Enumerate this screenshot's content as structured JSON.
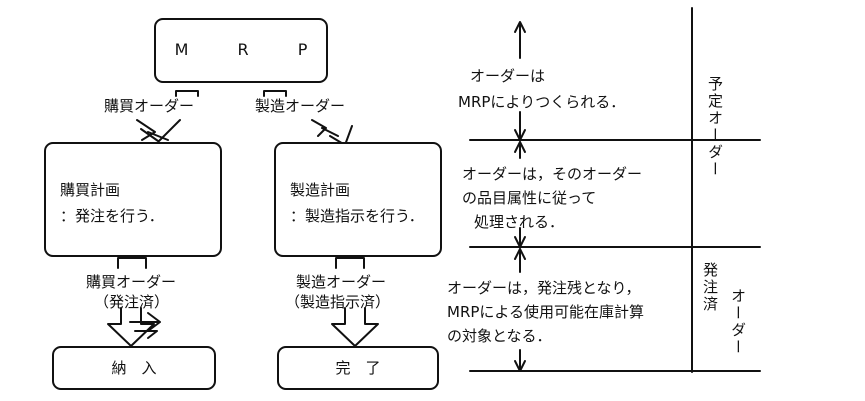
{
  "diagram": {
    "mrp": "M R P",
    "left_branch": {
      "order_label": "購買オーダー",
      "plan_title": "購買計画",
      "plan_action": "：発注を行う．",
      "order_after": "購買オーダー",
      "order_after_status": "（発注済）",
      "final": "納　入"
    },
    "right_branch": {
      "order_label": "製造オーダー",
      "plan_title": "製造計画",
      "plan_action": "：製造指示を行う．",
      "order_after": "製造オーダー",
      "order_after_status": "（製造指示済）",
      "final": "完　了"
    }
  },
  "timeline": {
    "stage1": [
      "オーダーは",
      "MRPによりつくられる．"
    ],
    "stage2": [
      "オーダーは，そのオーダー",
      "の品目属性に従って",
      "処理される．"
    ],
    "stage3": [
      "オーダーは，発注残となり，",
      "MRPによる使用可能在庫計算",
      "の対象となる．"
    ],
    "label_planned": "予定オーダー",
    "label_released_a": "発注済",
    "label_released_b": "オーダー"
  }
}
